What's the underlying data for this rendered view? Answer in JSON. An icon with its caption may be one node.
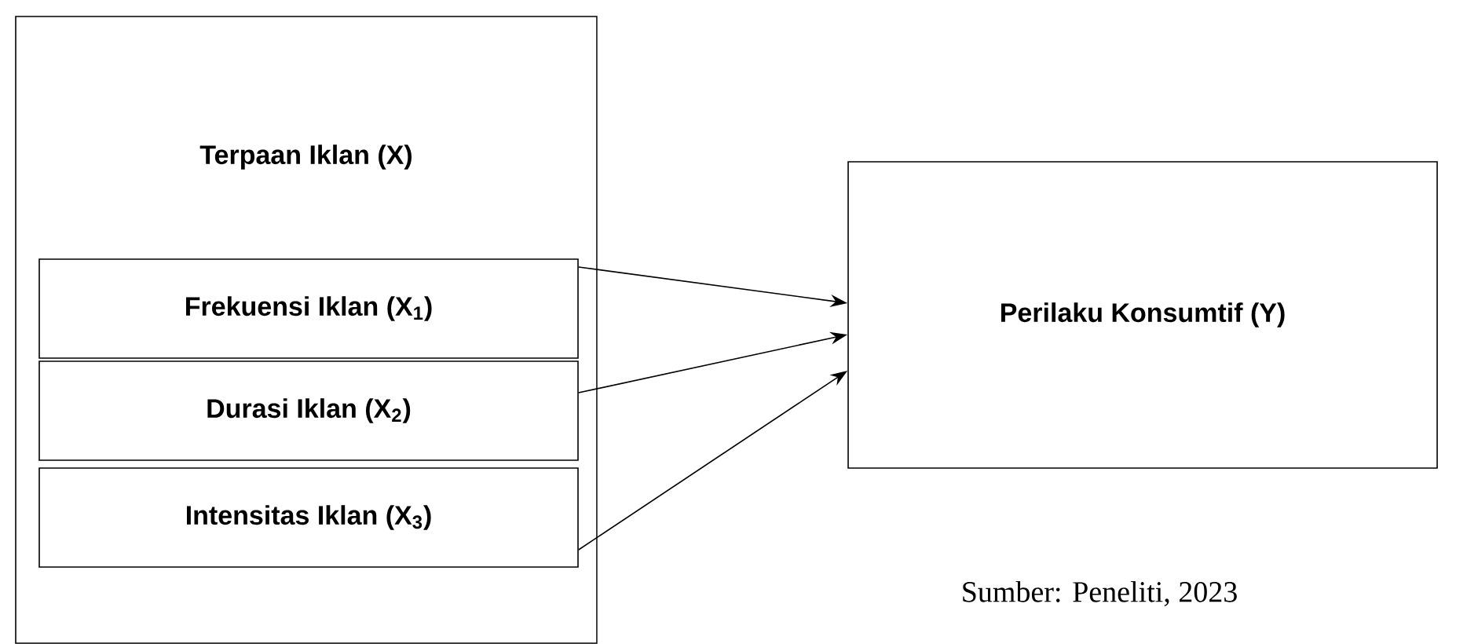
{
  "diagram": {
    "caption": "Sumber: Peneliti, 2023",
    "nodes": [
      {
        "text": [
          "Terpaan Iklan (X)"
        ]
      },
      {
        "text": [
          "Frekuensi Iklan (X$_{1}$)"
        ],
        "in": 0
      },
      {
        "text": [
          "Durasi Iklan (X$_{2}$)"
        ],
        "in": 0
      },
      {
        "text": [
          "Intensitas Iklan (X$_{3}$)"
        ],
        "in": 0
      },
      {
        "text": [
          "Perilaku Konsumtif (Y)"
        ]
      }
    ],
    "edges": [
      {
        "from": 1,
        "to": 4,
        "arrow": "to"
      },
      {
        "from": 2,
        "to": 4,
        "arrow": "to"
      },
      {
        "from": 3,
        "to": 4,
        "arrow": "to"
      }
    ]
  }
}
